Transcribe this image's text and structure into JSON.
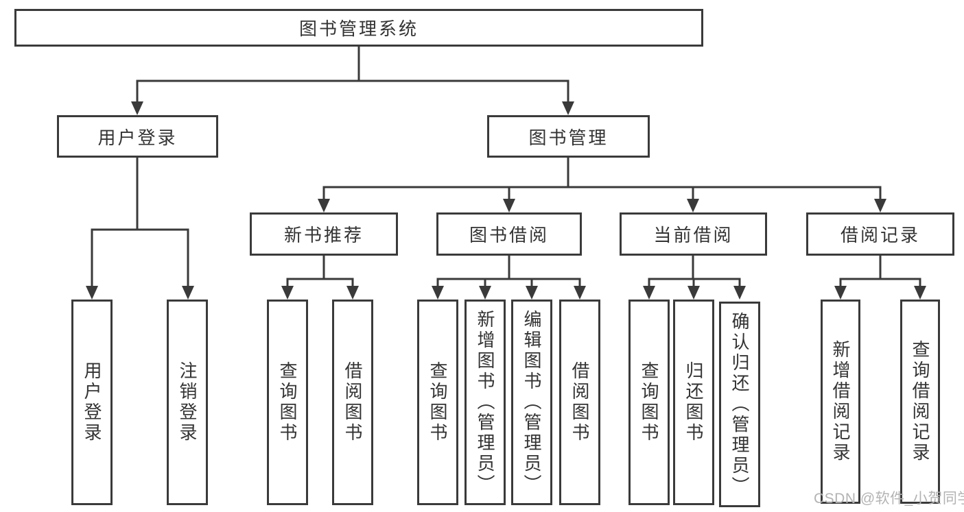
{
  "tree": {
    "label": "图书管理系统",
    "children": [
      {
        "label": "用户登录",
        "children": [
          {
            "label": "用户登录"
          },
          {
            "label": "注销登录"
          }
        ]
      },
      {
        "label": "图书管理",
        "children": [
          {
            "label": "新书推荐",
            "children": [
              {
                "label": "查询图书"
              },
              {
                "label": "借阅图书"
              }
            ]
          },
          {
            "label": "图书借阅",
            "children": [
              {
                "label": "查询图书"
              },
              {
                "label": "新增图书（管理员）"
              },
              {
                "label": "编辑图书（管理员）"
              },
              {
                "label": "借阅图书"
              }
            ]
          },
          {
            "label": "当前借阅",
            "children": [
              {
                "label": "查询图书"
              },
              {
                "label": "归还图书"
              },
              {
                "label": "确认归还（管理员）"
              }
            ]
          },
          {
            "label": "借阅记录",
            "children": [
              {
                "label": "新增借阅记录"
              },
              {
                "label": "查询借阅记录"
              }
            ]
          }
        ]
      }
    ]
  },
  "watermark": {
    "text": "CSDN @软件_小贺同学"
  },
  "colors": {
    "line": "#3a3a3a",
    "text": "#333333",
    "background": "#ffffff",
    "watermark": "#b3b3b3"
  }
}
